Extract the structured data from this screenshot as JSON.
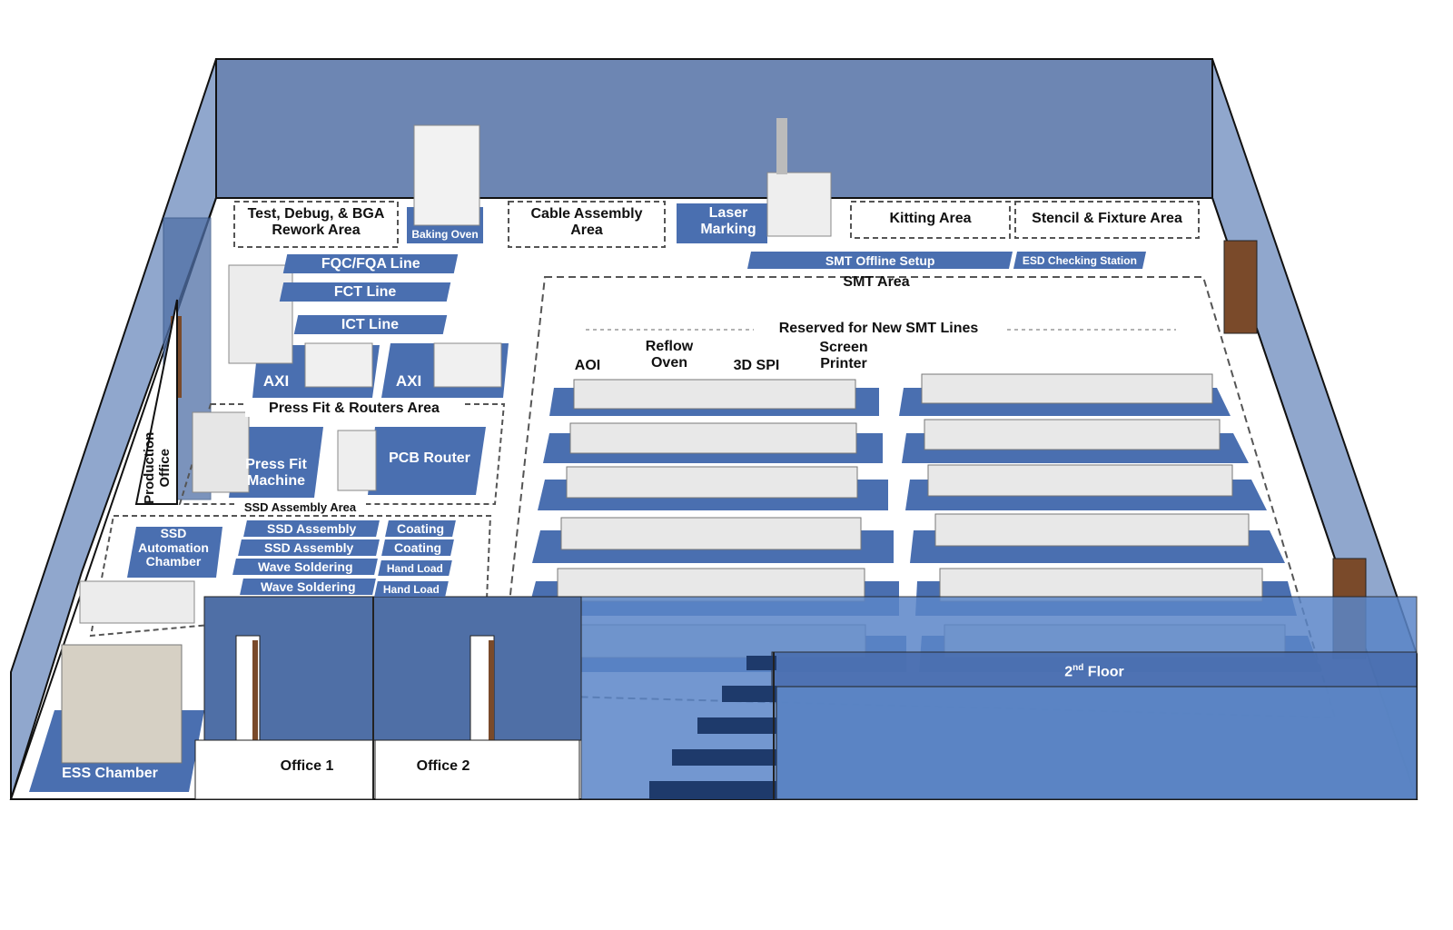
{
  "colors": {
    "wall": "#6d86b3",
    "wall_dark": "#4f6fa6",
    "floor": "#ffffff",
    "zone": "#4a6fb0",
    "glass": "#5b86c8",
    "door": "#7a4a2a"
  },
  "areas": {
    "test_debug": "Test, Debug, & BGA\nRework Area",
    "baking_oven": "Baking Oven",
    "cable_assembly": "Cable Assembly\nArea",
    "laser_marking": "Laser\nMarking",
    "kitting": "Kitting Area",
    "stencil": "Stencil & Fixture Area",
    "smt_offline": "SMT Offline Setup",
    "esd_checking": "ESD Checking Station",
    "smt_area": "SMT Area",
    "reserved": "Reserved for New SMT Lines",
    "aoi": "AOI",
    "reflow": "Reflow\nOven",
    "spi": "3D SPI",
    "screen_printer": "Screen\nPrinter",
    "fqc": "FQC/FQA Line",
    "fct": "FCT Line",
    "ict": "ICT Line",
    "axi_1": "AXI",
    "axi_2": "AXI",
    "press_fit_area": "Press Fit & Routers Area",
    "press_fit_machine": "Press Fit\nMachine",
    "pcb_router": "PCB Router",
    "production_office": "Production\nOffice",
    "ssd_area": "SSD Assembly Area",
    "ssd_chamber": "SSD\nAutomation\nChamber",
    "ssd_assembly_1": "SSD Assembly",
    "ssd_assembly_2": "SSD Assembly",
    "wave_1": "Wave Soldering",
    "wave_2": "Wave Soldering",
    "coating_1": "Coating",
    "coating_2": "Coating",
    "hand_load_1": "Hand Load",
    "hand_load_2": "Hand Load",
    "ess_chamber": "ESS Chamber",
    "office_1": "Office 1",
    "office_2": "Office 2",
    "second_floor": "2",
    "second_floor_sup": "nd",
    "second_floor_suffix": " Floor"
  }
}
